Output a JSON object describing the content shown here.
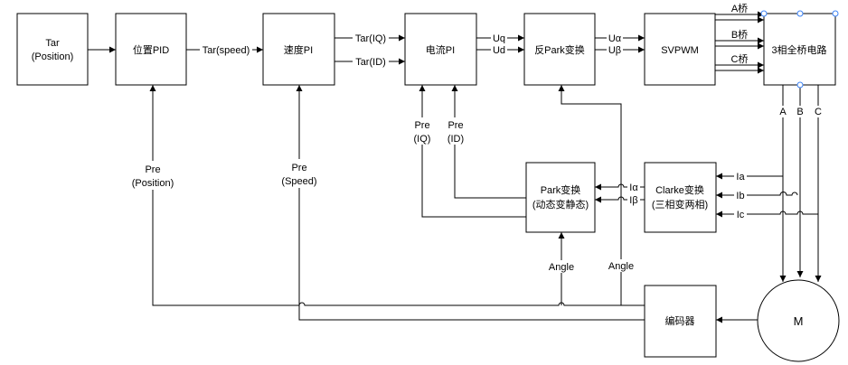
{
  "blocks": {
    "tar": [
      "Tar",
      "(Position)"
    ],
    "pos_pid": "位置PID",
    "speed_pi": "速度PI",
    "current_pi": "电流PI",
    "inv_park": "反Park变换",
    "svpwm": "SVPWM",
    "bridge": "3相全桥电路",
    "park": [
      "Park变换",
      "(动态变静态)"
    ],
    "clarke": [
      "Clarke变换",
      "(三相变两相)"
    ],
    "encoder": "编码器",
    "motor": "M"
  },
  "signals": {
    "tar_speed": "Tar(speed)",
    "tar_iq": "Tar(IQ)",
    "tar_id": "Tar(ID)",
    "uq": "Uq",
    "ud": "Ud",
    "ualpha": "Uα",
    "ubeta": "Uβ",
    "a_bridge": "A桥",
    "b_bridge": "B桥",
    "c_bridge": "C桥",
    "phase_a": "A",
    "phase_b": "B",
    "phase_c": "C",
    "ia": "Ia",
    "ib": "Ib",
    "ic": "Ic",
    "ialpha": "Iα",
    "ibeta": "Iβ",
    "pre_iq": [
      "Pre",
      "(IQ)"
    ],
    "pre_id": [
      "Pre",
      "(ID)"
    ],
    "pre_position": [
      "Pre",
      "(Position)"
    ],
    "pre_speed": [
      "Pre",
      "(Speed)"
    ],
    "angle_park": "Angle",
    "angle_invpark": "Angle"
  }
}
